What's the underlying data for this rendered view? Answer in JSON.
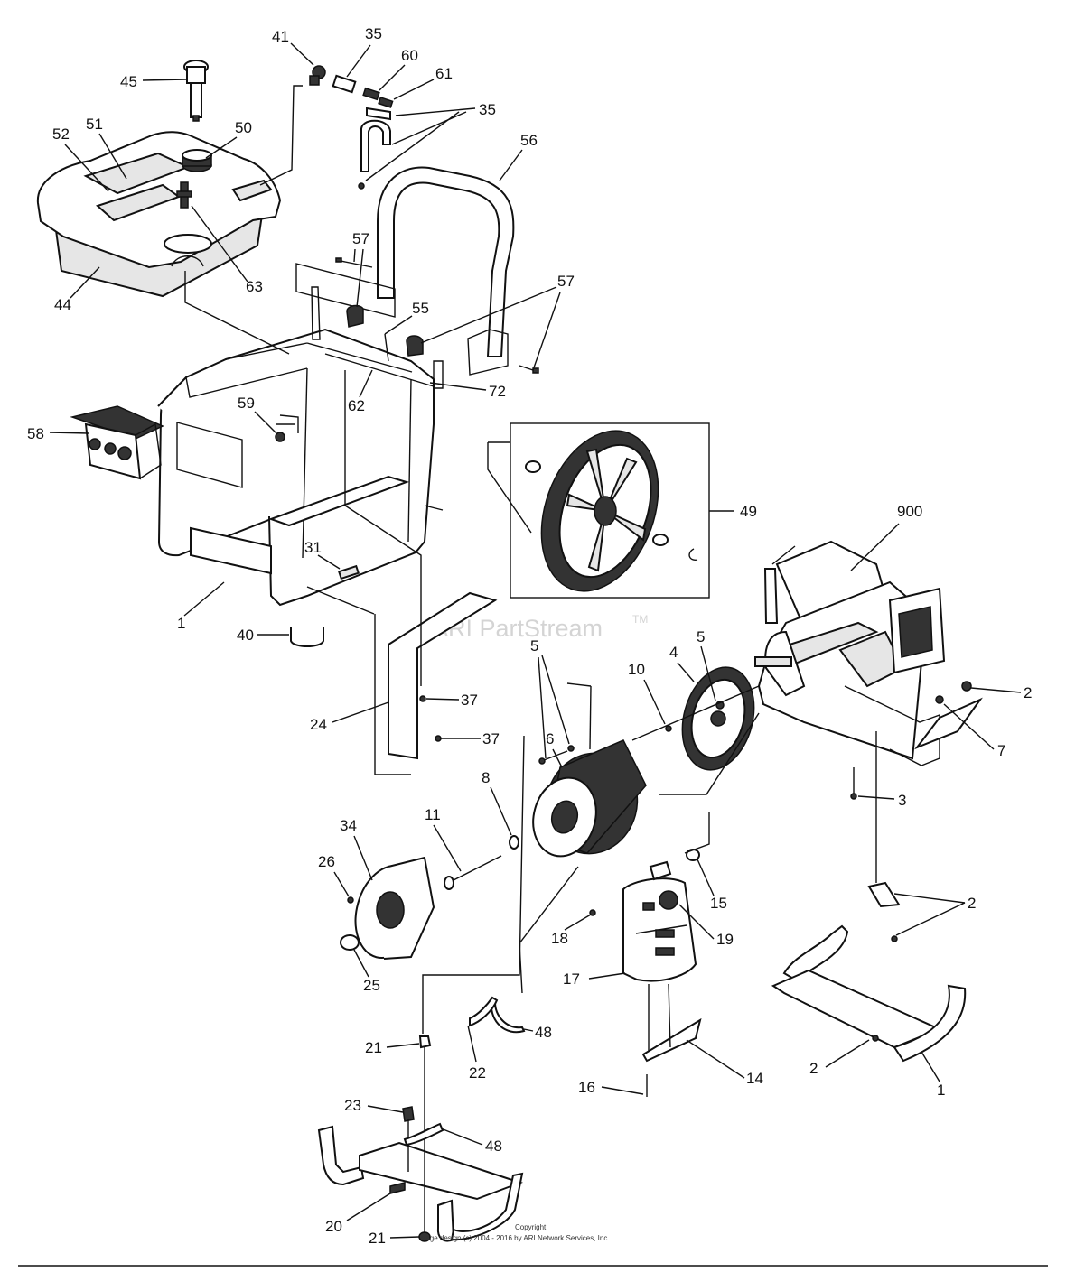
{
  "watermark": "ARI PartStream",
  "watermark_tm": "TM",
  "copyright": "Copyright",
  "page_design": "Page design (c) 2004 - 2016 by ARI Network Services, Inc.",
  "callouts": {
    "c41": "41",
    "c35a": "35",
    "c60": "60",
    "c61": "61",
    "c35b": "35",
    "c45": "45",
    "c52": "52",
    "c51": "51",
    "c50": "50",
    "c56": "56",
    "c57a": "57",
    "c63": "63",
    "c44": "44",
    "c55": "55",
    "c57b": "57",
    "c62": "62",
    "c72": "72",
    "c59": "59",
    "c58": "58",
    "c49": "49",
    "c900": "900",
    "c31": "31",
    "c1a": "1",
    "c40": "40",
    "c24": "24",
    "c37a": "37",
    "c37b": "37",
    "c5a": "5",
    "c5b": "5",
    "c10": "10",
    "c4": "4",
    "c2a": "2",
    "c7": "7",
    "c6": "6",
    "c8": "8",
    "c3": "3",
    "c11": "11",
    "c34": "34",
    "c26": "26",
    "c15": "15",
    "c2b": "2",
    "c18": "18",
    "c19": "19",
    "c25": "25",
    "c17": "17",
    "c21a": "21",
    "c48a": "48",
    "c22": "22",
    "c14": "14",
    "c2c": "2",
    "c1b": "1",
    "c16": "16",
    "c23": "23",
    "c48b": "48",
    "c20": "20",
    "c21b": "21"
  }
}
